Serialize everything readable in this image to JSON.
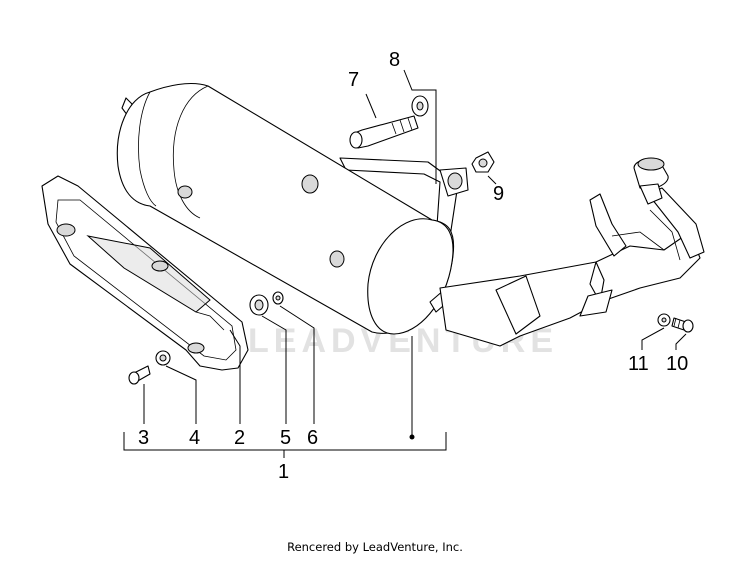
{
  "callouts": {
    "c1": "1",
    "c2": "2",
    "c3": "3",
    "c4": "4",
    "c5": "5",
    "c6": "6",
    "c7": "7",
    "c8": "8",
    "c9": "9",
    "c10": "10",
    "c11": "11"
  },
  "watermark": "LEADVENTURE",
  "credit": "Rencered by LeadVenture, Inc.",
  "icons": [
    "leadventure-flame-logo"
  ]
}
